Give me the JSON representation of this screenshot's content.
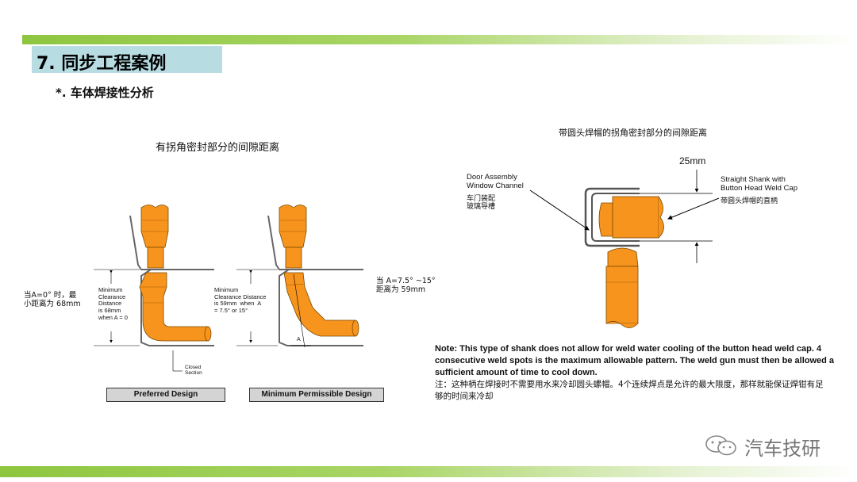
{
  "header": {
    "title": "7. 同步工程案例",
    "subtitle": "*. 车体焊接性分析"
  },
  "left_figure": {
    "title": "有拐角密封部分的间隙距离",
    "left_note": "当A=0° 时，最\n小距离为 68mm",
    "clearance_1": "Minimum\nClearance\nDistance\nis 68mm\nwhen A = 0",
    "clearance_2": "Minimum\nClearance Distance\nis 59mm  when  A\n= 7.5° or 15°",
    "right_note": "当 A=7.5° ~15°\n距离为 59mm",
    "closed_section": "Closed\nSection",
    "angle_label": "A",
    "preferred_label": "Preferred Design",
    "minimum_label": "Minimum Permissible Design"
  },
  "right_figure": {
    "title": "带圆头焊帽的拐角密封部分的间隙距离",
    "dimension": "25mm",
    "door_label_en": "Door Assembly\nWindow Channel",
    "door_label_cn": "车门装配\n玻璃导槽",
    "shank_label_en": "Straight Shank with\nButton Head Weld Cap",
    "shank_label_cn": "带圆头焊帽的直柄"
  },
  "note": {
    "en": "Note: This type of shank does not allow for weld water cooling of the button head weld cap. 4 consecutive weld spots is the maximum allowable  pattern. The weld gun must then be allowed a sufficient amount of time to cool down.",
    "cn": "注：这种柄在焊接时不需要用水来冷却圆头螺帽。4个连续焊点是允许的最大限度，那样就能保证焊钳有足够的时间来冷却"
  },
  "watermark": {
    "text": "汽车技研",
    "icon": "wechat-icon"
  },
  "colors": {
    "accent_green": "#8ec63f",
    "title_box": "#b7dde3",
    "electrode_orange": "#f7941d",
    "label_box_gray": "#d4d4d4"
  }
}
